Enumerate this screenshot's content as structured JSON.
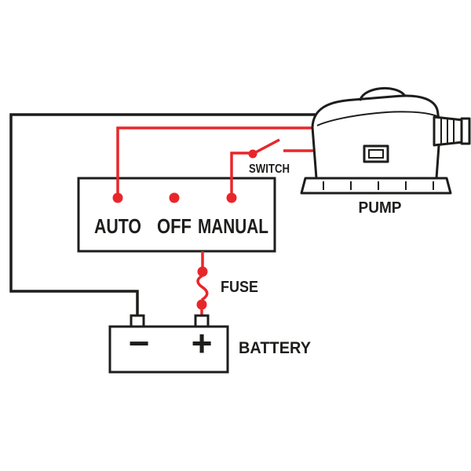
{
  "colors": {
    "wire_red": "#e8262a",
    "line_black": "#1d1d1b",
    "background": "#ffffff"
  },
  "panel": {
    "positions": [
      "AUTO",
      "OFF",
      "MANUAL"
    ]
  },
  "switch_label": "SWITCH",
  "fuse_label": "FUSE",
  "battery": {
    "label": "BATTERY",
    "negative_symbol": "−",
    "positive_symbol": "+"
  },
  "pump_label": "PUMP"
}
